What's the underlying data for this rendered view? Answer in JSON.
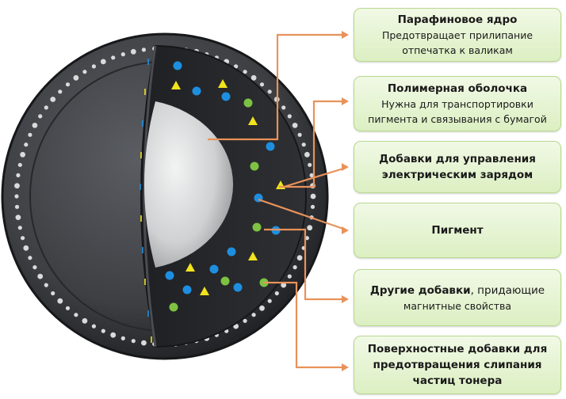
{
  "colors": {
    "sphere_outer": "#3d3f43",
    "sphere_inner": "#2b2c2f",
    "core": "#cfd1d2",
    "connector": "#e8925a",
    "box_fill": "#e4f3d0",
    "box_border": "#b9d88f",
    "particle_blue": "#1e8fe0",
    "particle_green": "#7dc242",
    "particle_yellow": "#f2e31c"
  },
  "labels": [
    {
      "title": "Парафиновое ядро",
      "title_suffix": "",
      "description": "Предотвращает прилипание отпечатка к валикам"
    },
    {
      "title": "Полимерная оболочка",
      "title_suffix": "",
      "description": "Нужна для транспортировки пигмента и связывания с бумагой"
    },
    {
      "title": "Добавки для управления электрическим зарядом",
      "title_suffix": "",
      "description": ""
    },
    {
      "title": "Пигмент",
      "title_suffix": "",
      "description": ""
    },
    {
      "title": "Другие добавки",
      "title_suffix": ", придающие",
      "description": "магнитные свойства"
    },
    {
      "title": "Поверхностные добавки для предотвращения слипания частиц тонера",
      "title_suffix": "",
      "description": ""
    }
  ]
}
